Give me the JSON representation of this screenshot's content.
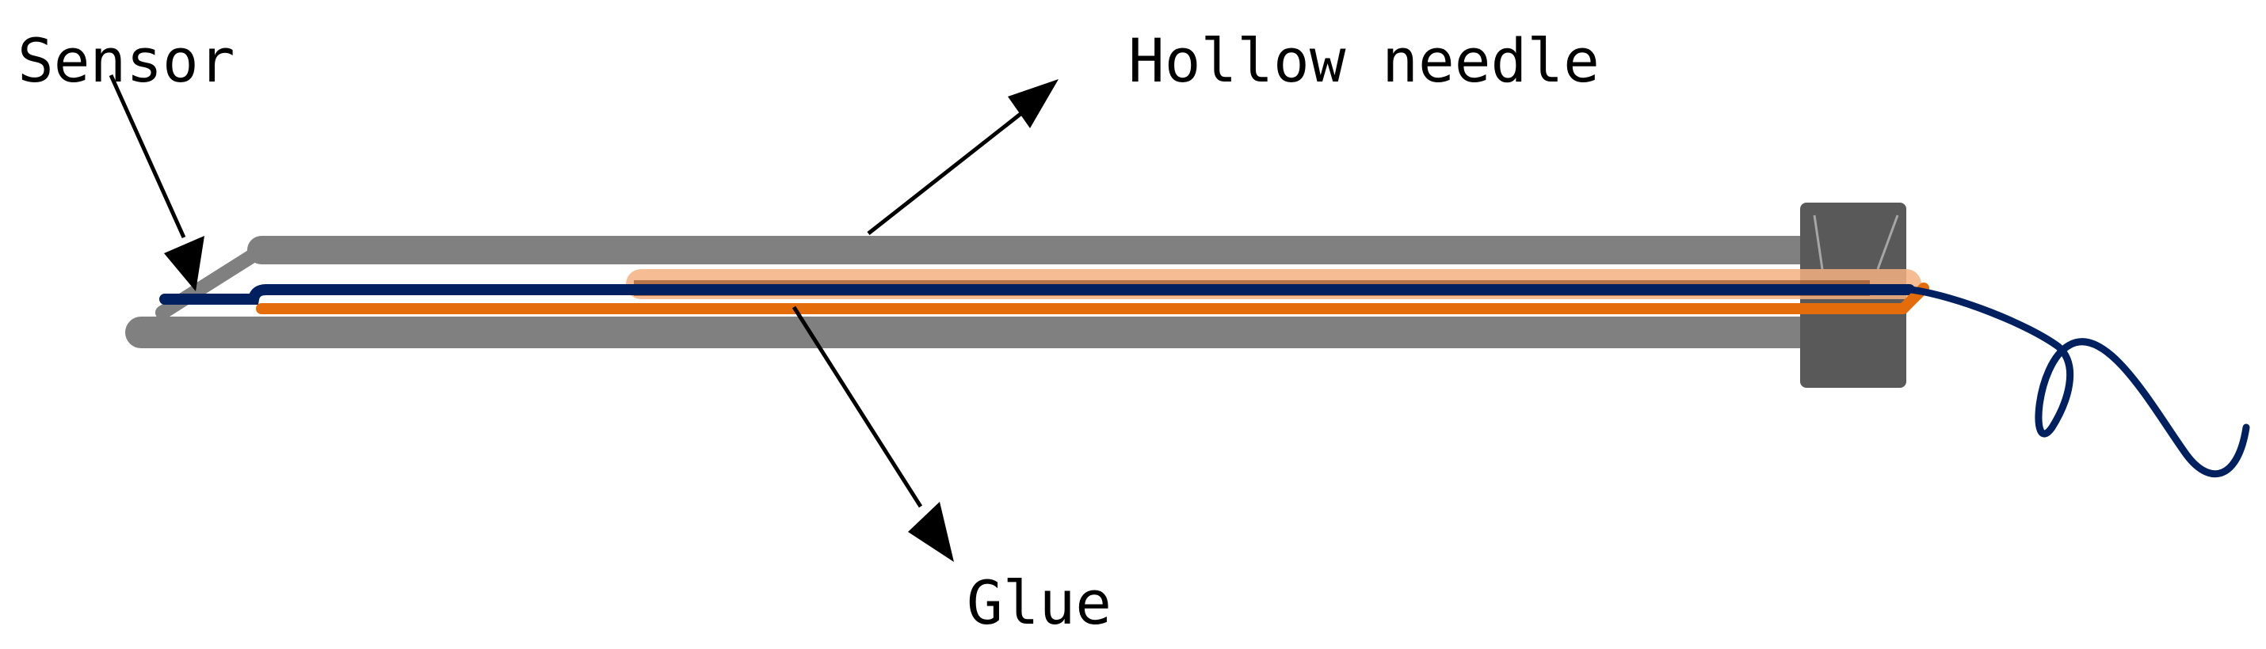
{
  "labels": {
    "sensor": "Sensor",
    "hollow_needle": "Hollow needle",
    "glue": "Glue"
  },
  "colors": {
    "needle": "#808080",
    "hub": "#595959",
    "glue": "#c55a11",
    "glue_fill": "#f4b183",
    "wire": "#002060",
    "orange_wire": "#e46c0a",
    "arrow": "#000000"
  },
  "icons": {
    "sensor_arrow": "arrow-head-down-right",
    "needle_arrow": "arrow-head-up-right",
    "glue_arrow": "arrow-head-down-right"
  }
}
